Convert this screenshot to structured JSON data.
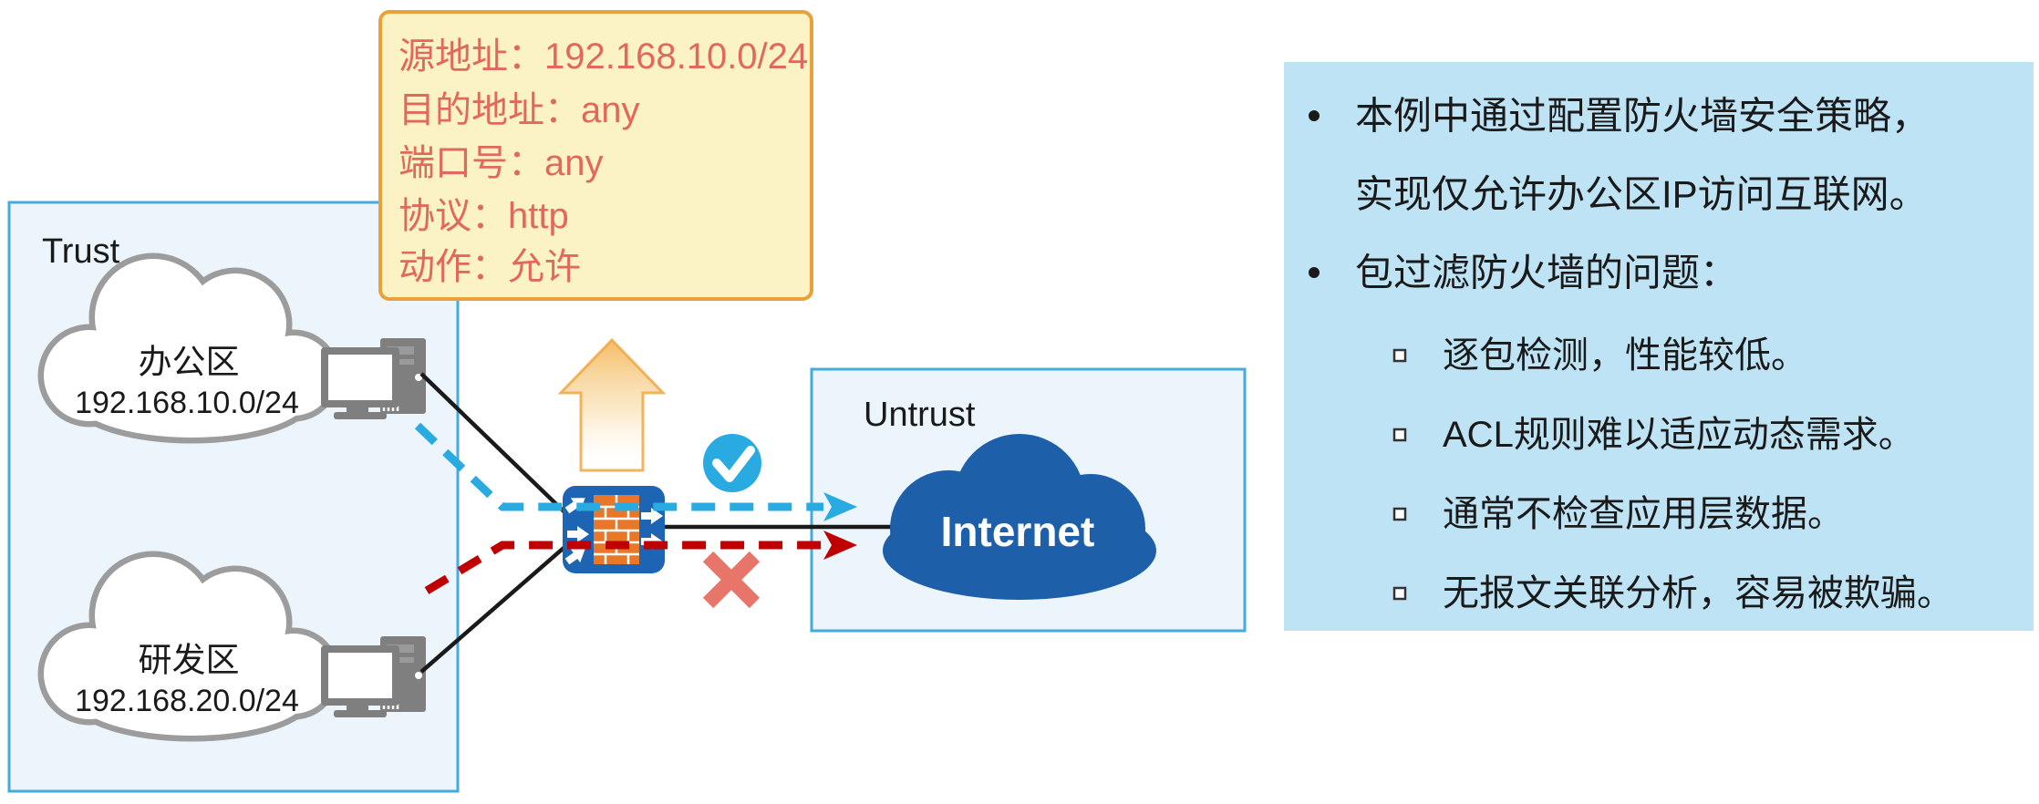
{
  "policy_note": {
    "lines": [
      "源地址：192.168.10.0/24",
      "目的地址：any",
      "端口号：any",
      "协议：http",
      "动作：允许"
    ]
  },
  "trust_zone": {
    "label": "Trust",
    "networks": [
      {
        "name": "办公区",
        "cidr": "192.168.10.0/24",
        "flow_status": "allowed"
      },
      {
        "name": "研发区",
        "cidr": "192.168.20.0/24",
        "flow_status": "denied"
      }
    ]
  },
  "untrust_zone": {
    "label": "Untrust",
    "cloud_label": "Internet"
  },
  "notes_panel": {
    "bullet1_line1": "本例中通过配置防火墙安全策略，",
    "bullet1_line2": "实现仅允许办公区IP访问互联网。",
    "bullet2": "包过滤防火墙的问题：",
    "sub_bullets": [
      "逐包检测，性能较低。",
      "ACL规则难以适应动态需求。",
      "通常不检查应用层数据。",
      "无报文关联分析，容易被欺骗。"
    ]
  },
  "icons": {
    "firewall": "firewall-brick-icon",
    "allowed": "check-circle-icon",
    "denied": "cross-mark-icon",
    "policy_pointer": "up-arrow-icon",
    "lan": "cloud-icon",
    "host": "desktop-computer-icon"
  },
  "colors": {
    "panel_bg": "#BEE3F4",
    "zone_fill": "#EBF5FB",
    "zone_border": "#45ABDD",
    "note_fill": "#FBF3C5",
    "note_border": "#E9A23B",
    "note_text": "#E1695B",
    "allow_blue": "#29ABE2",
    "deny_red": "#C00000",
    "x_red": "#E8756A",
    "internet_blue": "#1D5FA9",
    "firewall_blue": "#1D64B4",
    "brick_orange": "#E87828",
    "arrow_orange": "#F0A743",
    "device_gray": "#7F7F7F",
    "cloud_stroke": "#9C9C9C",
    "line_black": "#1A1A1A"
  }
}
